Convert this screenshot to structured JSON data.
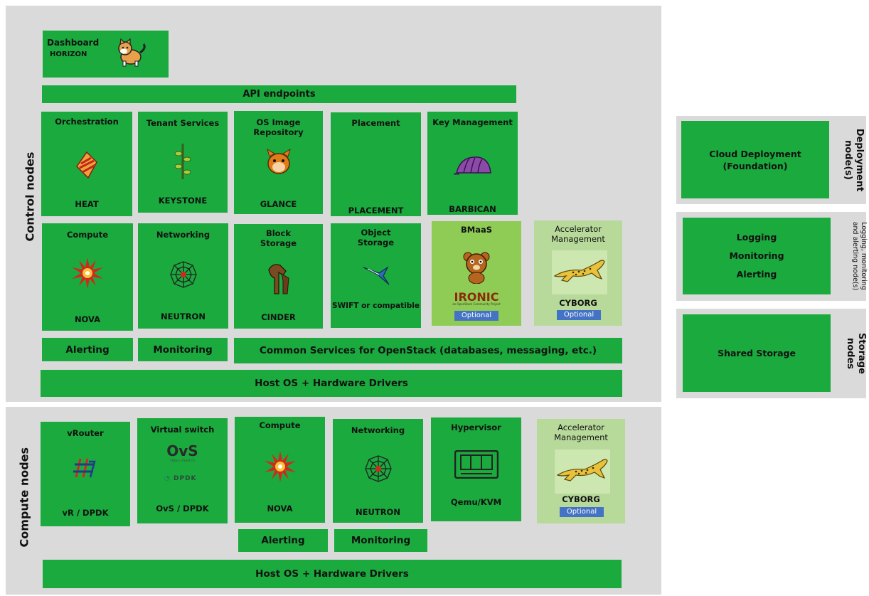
{
  "colors": {
    "green": "#1aaa3e",
    "light_green": "#8fcc55",
    "pale_green": "#b7d99a",
    "panel": "#dadada",
    "optional_blue": "#4472c4"
  },
  "control": {
    "label": "Control nodes",
    "dashboard": {
      "title": "Dashboard",
      "name": "HORIZON"
    },
    "api": "API endpoints",
    "row1": [
      {
        "title": "Orchestration",
        "name": "HEAT"
      },
      {
        "title": "Tenant Services",
        "name": "KEYSTONE"
      },
      {
        "title": "OS Image Repository",
        "name": "GLANCE"
      },
      {
        "title": "Placement",
        "name": "PLACEMENT"
      },
      {
        "title": "Key Management",
        "name": "BARBICAN"
      }
    ],
    "row2": [
      {
        "title": "Compute",
        "name": "NOVA"
      },
      {
        "title": "Networking",
        "name": "NEUTRON"
      },
      {
        "title": "Block Storage",
        "name": "CINDER"
      },
      {
        "title": "Object Storage",
        "name": "SWIFT or compatible"
      }
    ],
    "bmaas": {
      "title": "BMaaS",
      "logo": "IRONIC",
      "logo_sub": "an OpenStack Community Project",
      "optional": "Optional"
    },
    "accel": {
      "title": "Accelerator Management",
      "name": "CYBORG",
      "optional": "Optional"
    },
    "alerting": "Alerting",
    "monitoring": "Monitoring",
    "common": "Common Services for OpenStack (databases, messaging, etc.)",
    "hostos": "Host OS + Hardware Drivers"
  },
  "compute": {
    "label": "Compute nodes",
    "vrouter": {
      "title": "vRouter",
      "name": "vR / DPDK"
    },
    "vswitch": {
      "title": "Virtual switch",
      "logo1": "OvS",
      "logo1_sub": "Open vSwitch",
      "logo2": "DPDK",
      "name": "OvS / DPDK"
    },
    "nova": {
      "title": "Compute",
      "name": "NOVA"
    },
    "neutron": {
      "title": "Networking",
      "name": "NEUTRON"
    },
    "hyper": {
      "title": "Hypervisor",
      "name": "Qemu/KVM"
    },
    "accel": {
      "title": "Accelerator Management",
      "name": "CYBORG",
      "optional": "Optional"
    },
    "alerting": "Alerting",
    "monitoring": "Monitoring",
    "hostos": "Host OS + Hardware Drivers"
  },
  "deployment": {
    "label_1": "Deployment",
    "label_2": "node(s)",
    "box": "Cloud Deployment (Foundation)"
  },
  "logging": {
    "label_1": "Logging, monitoring",
    "label_2": "and alerting node(s)",
    "line1": "Logging",
    "line2": "Monitoring",
    "line3": "Alerting"
  },
  "storage": {
    "label_1": "Storage",
    "label_2": "nodes",
    "box": "Shared Storage"
  }
}
